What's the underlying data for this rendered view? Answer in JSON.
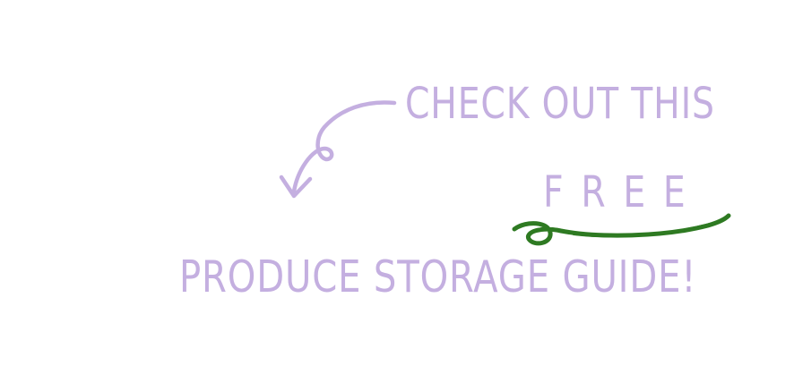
{
  "text": {
    "line1": "CHECK OUT THIS",
    "line2": "FREE",
    "line3": "PRODUCE STORAGE GUIDE!"
  },
  "colors": {
    "text": "#c4afe0",
    "arrow": "#c4afe0",
    "underline": "#2e7a22"
  },
  "icons": {
    "arrow": "curly-down-arrow-icon",
    "underline": "loop-underline-icon"
  }
}
